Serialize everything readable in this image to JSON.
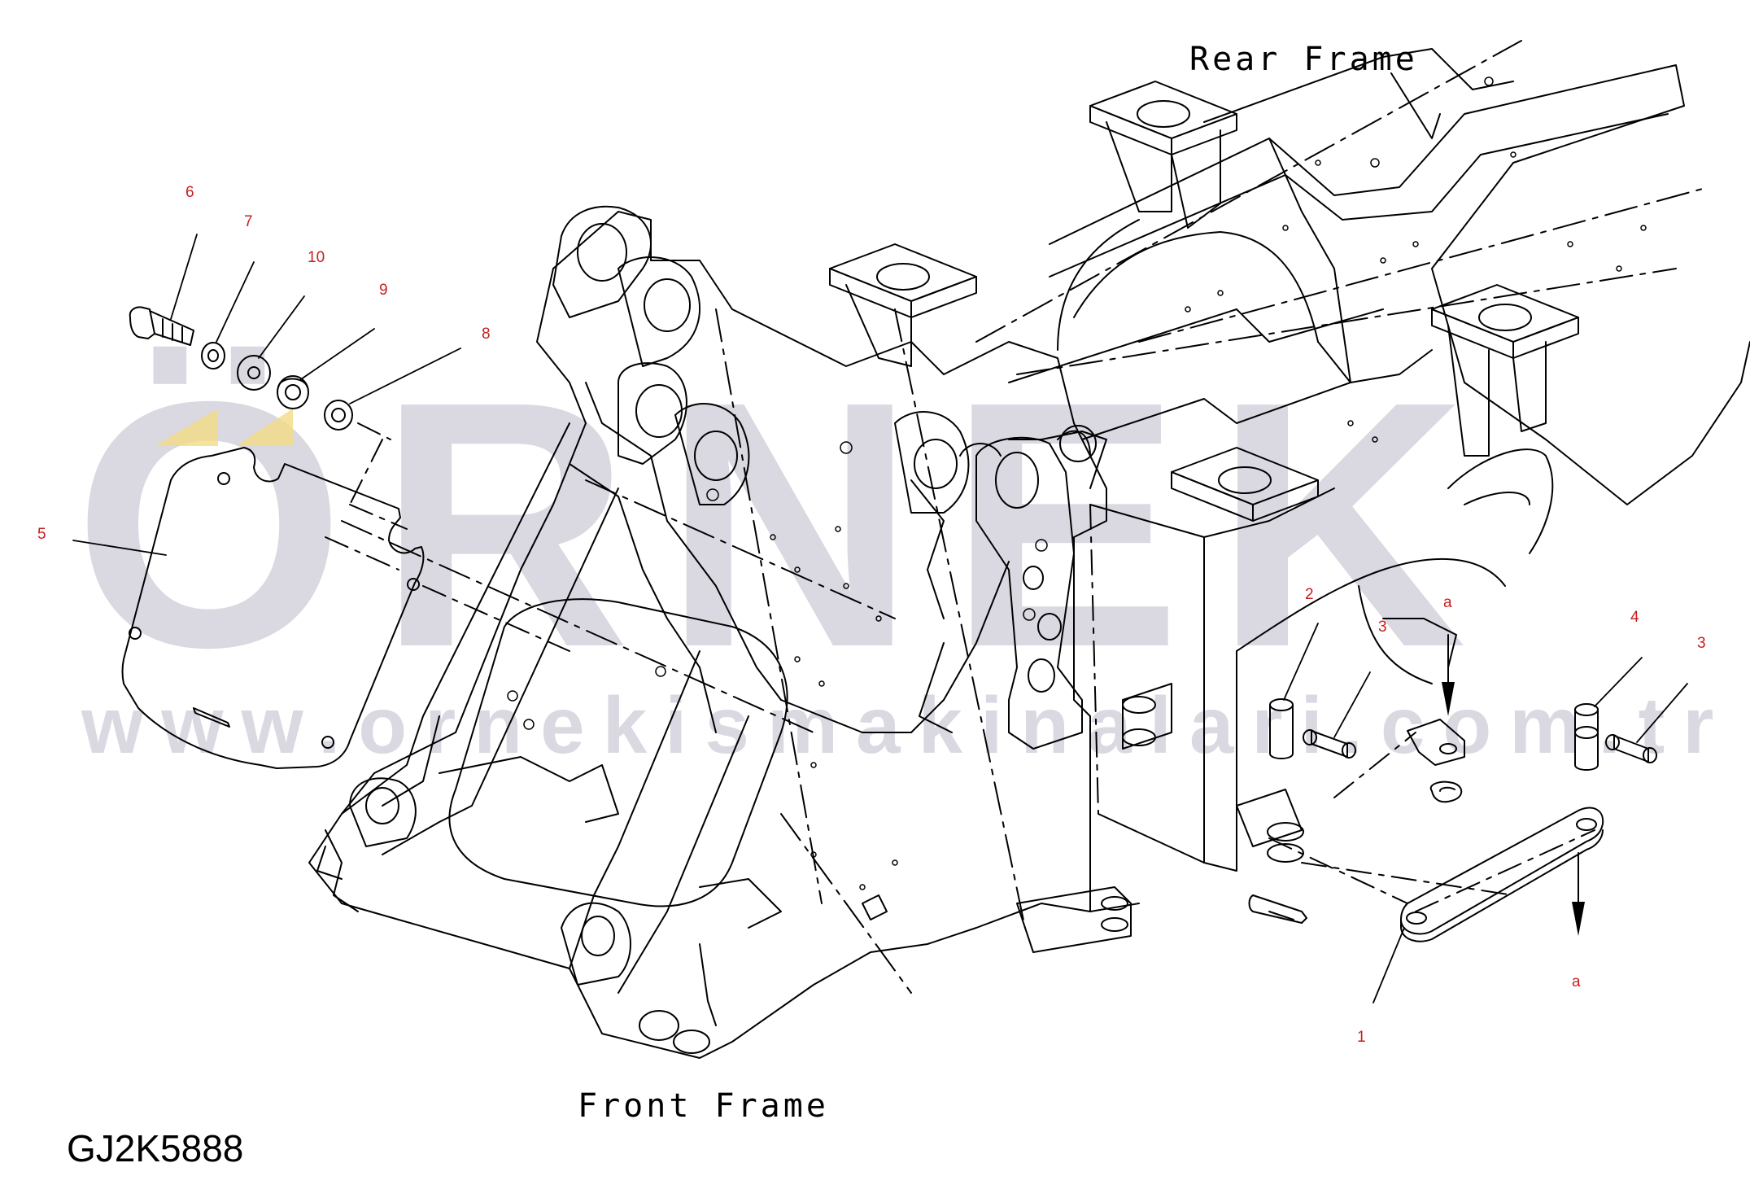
{
  "labels": {
    "rear_frame": "Rear Frame",
    "front_frame": "Front Frame",
    "drawing_code": "GJ2K5888"
  },
  "watermark": {
    "brand": "ÖRNEK",
    "url": "www.ornekismakinalari.com.tr"
  },
  "callouts": [
    {
      "id": "c6",
      "text": "6"
    },
    {
      "id": "c7",
      "text": "7"
    },
    {
      "id": "c10",
      "text": "10"
    },
    {
      "id": "c9",
      "text": "9"
    },
    {
      "id": "c8",
      "text": "8"
    },
    {
      "id": "c5",
      "text": "5"
    },
    {
      "id": "c2",
      "text": "2"
    },
    {
      "id": "c3a",
      "text": "3"
    },
    {
      "id": "ca1",
      "text": "a"
    },
    {
      "id": "c4",
      "text": "4"
    },
    {
      "id": "c3b",
      "text": "3"
    },
    {
      "id": "ca2",
      "text": "a"
    },
    {
      "id": "c1",
      "text": "1"
    }
  ],
  "colors": {
    "line": "#000000",
    "callout": "#c81e1e",
    "watermark": "#d4d2dc",
    "watermark_accent": "#f3dc85"
  }
}
